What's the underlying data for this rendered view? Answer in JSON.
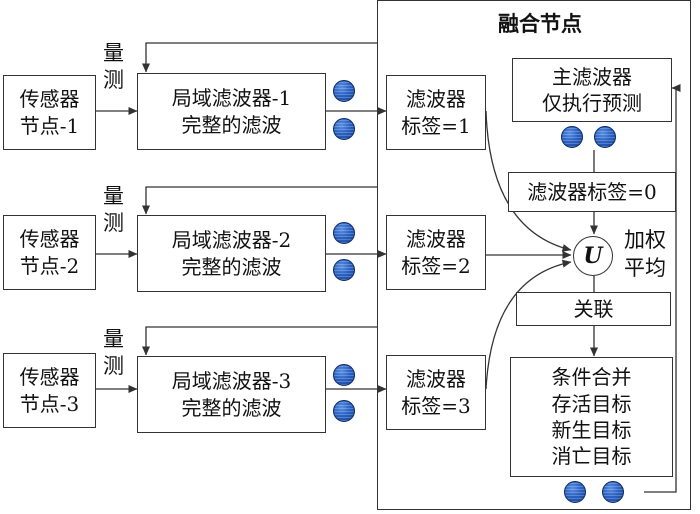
{
  "fusion": {
    "title": "融合节点",
    "main_filter": {
      "line1": "主滤波器",
      "line2": "仅执行预测"
    },
    "filter_tag0": "滤波器标签=0",
    "union_symbol": "U",
    "weighted_avg": {
      "line1": "加权",
      "line2": "平均"
    },
    "association": "关联",
    "conditions": [
      "条件合并",
      "存活目标",
      "新生目标",
      "消亡目标"
    ]
  },
  "branches": [
    {
      "sensor": {
        "line1": "传感器",
        "line2": "节点-1"
      },
      "measure": {
        "line1": "量",
        "line2": "测"
      },
      "local_filter": {
        "line1": "局域滤波器-1",
        "line2": "完整的滤波"
      },
      "tag": {
        "line1": "滤波器",
        "line2": "标签=1"
      }
    },
    {
      "sensor": {
        "line1": "传感器",
        "line2": "节点-2"
      },
      "measure": {
        "line1": "量",
        "line2": "测"
      },
      "local_filter": {
        "line1": "局域滤波器-2",
        "line2": "完整的滤波"
      },
      "tag": {
        "line1": "滤波器",
        "line2": "标签=2"
      }
    },
    {
      "sensor": {
        "line1": "传感器",
        "line2": "节点-3"
      },
      "measure": {
        "line1": "量",
        "line2": "测"
      },
      "local_filter": {
        "line1": "局域滤波器-3",
        "line2": "完整的滤波"
      },
      "tag": {
        "line1": "滤波器",
        "line2": "标签=3"
      }
    }
  ],
  "colors": {
    "line": "#333333",
    "ball": "#2a62c4"
  }
}
